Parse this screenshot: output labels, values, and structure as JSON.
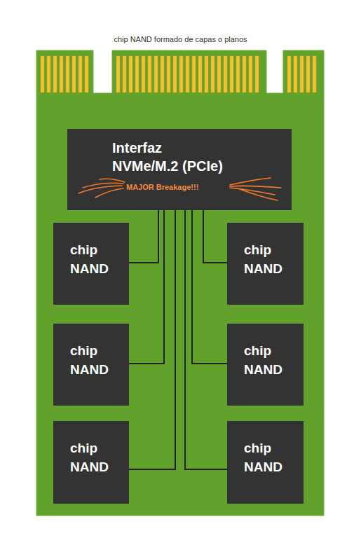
{
  "diagram": {
    "title": "chip NAND formado de capas o planos",
    "nodes": [
      {
        "text": [
          "Interfaz NVMe/M.2 (PCIe)",
          "MAJOR Breakage!!!"
        ]
      },
      {
        "text": [
          "chip NAND"
        ]
      },
      {
        "text": [
          "chip NAND"
        ]
      },
      {
        "text": [
          "chip NAND"
        ]
      },
      {
        "text": [
          "chip NAND"
        ]
      },
      {
        "text": [
          "chip NAND"
        ]
      },
      {
        "text": [
          "chip NAND"
        ]
      }
    ],
    "edges": [
      {
        "from": 0,
        "to": 1,
        "arrow": "none"
      },
      {
        "from": 0,
        "to": 2,
        "arrow": "none"
      },
      {
        "from": 0,
        "to": 3,
        "arrow": "none"
      },
      {
        "from": 0,
        "to": 4,
        "arrow": "none"
      },
      {
        "from": 0,
        "to": 5,
        "arrow": "none"
      },
      {
        "from": 0,
        "to": 6,
        "arrow": "none"
      }
    ]
  }
}
